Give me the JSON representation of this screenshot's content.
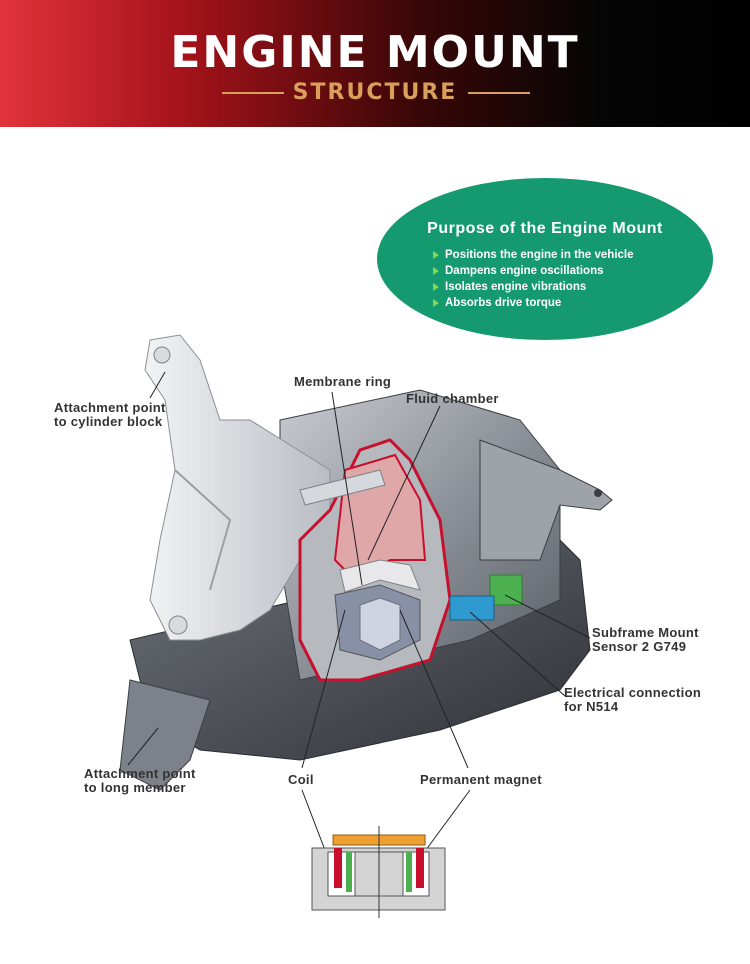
{
  "header": {
    "title": "ENGINE MOUNT",
    "subtitle": "STRUCTURE"
  },
  "purpose": {
    "title": "Purpose of the Engine Mount",
    "items": [
      "Positions the engine in the vehicle",
      "Dampens engine oscillations",
      "Isolates engine vibrations",
      "Absorbs drive torque"
    ]
  },
  "labels": {
    "membrane_ring": "Membrane ring",
    "fluid_chamber": "Fluid chamber",
    "attach_block_1": "Attachment point",
    "attach_block_2": "to cylinder block",
    "subframe_1": "Subframe Mount",
    "subframe_2": "Sensor 2 G749",
    "electrical_1": "Electrical connection",
    "electrical_2": "for N514",
    "attach_long_1": "Attachment point",
    "attach_long_2": "to long member",
    "coil": "Coil",
    "magnet": "Permanent magnet"
  },
  "colors": {
    "accent_gold": "#d9a05b",
    "ellipse_green": "#149a6e",
    "bullet_green": "#7ed957",
    "cutaway_red": "#c8102e",
    "connector_blue": "#2e9ad0",
    "connector_green": "#4caf50",
    "coil_orange": "#f0a030"
  }
}
